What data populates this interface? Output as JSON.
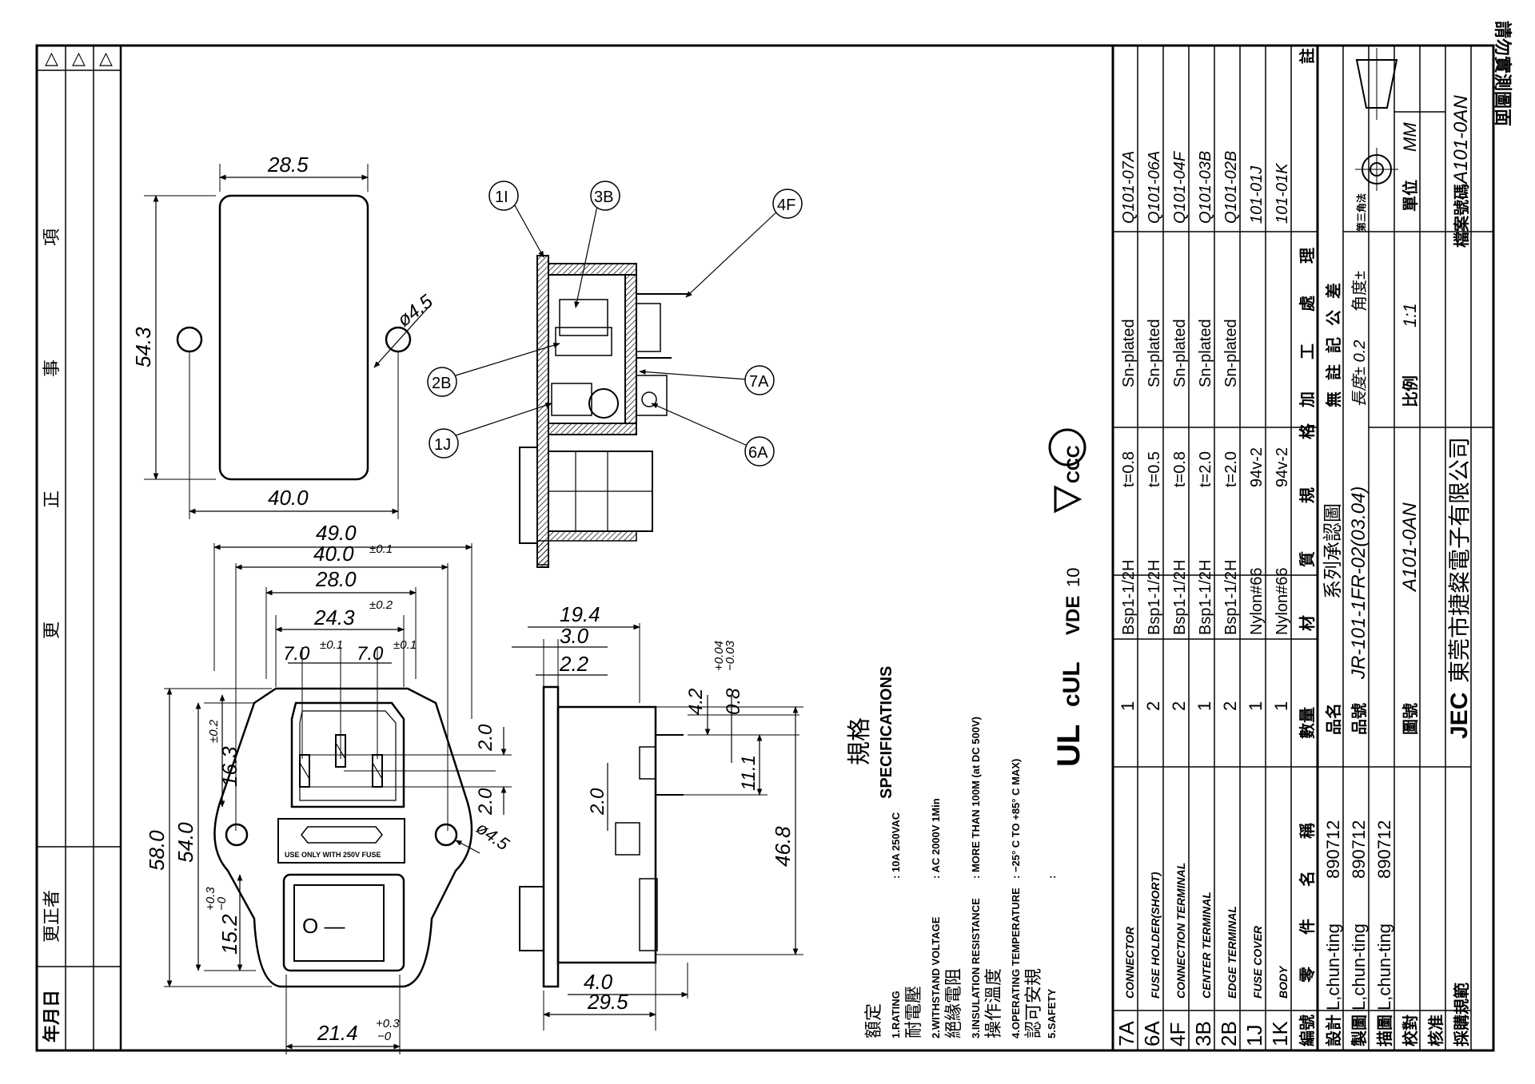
{
  "header_notice": "請勿實測圖面",
  "revision": {
    "symbols": [
      "△",
      "△",
      "△"
    ],
    "columns": {
      "date": "年月日",
      "reviser": "更正者",
      "items": "更　正　事　項"
    }
  },
  "dimensions": {
    "cutout_width": "28.5",
    "cutout_height": "54.3",
    "mount_hole": "ø4.5",
    "panel_width": "40.0",
    "overall_width": "49.0",
    "flange_width": "40.0",
    "flange_width_tol": "±0.1",
    "inner_width": "28.0",
    "socket_width": "24.3",
    "socket_width_tol": "±0.2",
    "pin_pitch_left": "7.0",
    "pin_pitch_left_tol": "±0.1",
    "pin_pitch_right": "7.0",
    "pin_pitch_right_tol": "±0.1",
    "socket_height": "16.3",
    "socket_height_tol": "±0.2",
    "overall_height": "58.0",
    "body_height": "54.0",
    "switch_height": "15.2",
    "switch_height_tol_plus": "+0.3",
    "switch_height_tol_minus": "−0",
    "pin_width_a": "2.0",
    "pin_width_b": "2.0",
    "hole_dia_front": "ø4.5",
    "bottom_width": "21.4",
    "bottom_width_tol_plus": "+0.3",
    "bottom_width_tol_minus": "−0",
    "side_depth": "19.4",
    "side_flange": "3.0",
    "side_flange_inner": "2.2",
    "terminal_pitch": "4.2",
    "terminal_thickness": "0.8",
    "terminal_thickness_tol_plus": "+0.04",
    "terminal_thickness_tol_minus": "−0.03",
    "terminal_length": "11.1",
    "terminal_width": "2.0",
    "side_height": "46.8",
    "side_bottom_a": "4.0",
    "side_bottom_b": "29.5"
  },
  "fuse_label": "USE ONLY WITH 250V FUSE",
  "switch_mark": "O —",
  "balloons": [
    "1I",
    "3B",
    "4F",
    "2B",
    "1J",
    "7A",
    "6A"
  ],
  "specifications": {
    "title_cn": "規格",
    "title_en": "SPECIFICATIONS",
    "rows": [
      {
        "cn": "額定",
        "en": "1.RATING",
        "value": ": 10A 250VAC"
      },
      {
        "cn": "耐電壓",
        "en": "2.WITHSTAND VOLTAGE",
        "value": ": AC 2000V 1Min"
      },
      {
        "cn": "絕緣電阻",
        "en": "3.INSULATION RESISTANCE",
        "value": ": MORE THAN 100M (at DC 500V)"
      },
      {
        "cn": "操作溫度",
        "en": "4.OPERATING TEMPERATURE",
        "value": ": −25° C TO +85° C MAX)"
      },
      {
        "cn": "認可安規",
        "en": "5.SAFETY",
        "value": ":"
      }
    ],
    "cert_marks": [
      "UL",
      "cUL",
      "VDE",
      "10",
      "CCC"
    ]
  },
  "bom": {
    "headers": {
      "item_no": "編號",
      "part_name": "零件名稱",
      "qty": "數量",
      "material": "材質規格",
      "finish": "加工處理",
      "part_no": "註"
    },
    "rows": [
      {
        "no": "7A",
        "name": "CONNECTOR",
        "qty": "1",
        "material": "Bsp1-1/2H",
        "spec": "t=0.8",
        "finish": "Sn-plated",
        "part": "Q101-07A"
      },
      {
        "no": "6A",
        "name": "FUSE HOLDER(SHORT)",
        "qty": "2",
        "material": "Bsp1-1/2H",
        "spec": "t=0.5",
        "finish": "Sn-plated",
        "part": "Q101-06A"
      },
      {
        "no": "4F",
        "name": "CONNECTION TERMINAL",
        "qty": "2",
        "material": "Bsp1-1/2H",
        "spec": "t=0.8",
        "finish": "Sn-plated",
        "part": "Q101-04F"
      },
      {
        "no": "3B",
        "name": "CENTER TERMINAL",
        "qty": "1",
        "material": "Bsp1-1/2H",
        "spec": "t=2.0",
        "finish": "Sn-plated",
        "part": "Q101-03B"
      },
      {
        "no": "2B",
        "name": "EDGE TERMINAL",
        "qty": "2",
        "material": "Bsp1-1/2H",
        "spec": "t=2.0",
        "finish": "Sn-plated",
        "part": "Q101-02B"
      },
      {
        "no": "1J",
        "name": "FUSE COVER",
        "qty": "1",
        "material": "Nylon#66",
        "spec": "94v-2",
        "finish": "",
        "part": "101-01J"
      },
      {
        "no": "1K",
        "name": "BODY",
        "qty": "1",
        "material": "Nylon#66",
        "spec": "94v-2",
        "finish": "",
        "part": "101-01K"
      }
    ]
  },
  "title_block": {
    "design_label": "設計",
    "design_by": "L,chun-ting",
    "design_date": "890712",
    "drawn_label": "製圖",
    "drawn_by": "L,chun-ting",
    "drawn_date": "890712",
    "trace_label": "描圖",
    "trace_by": "L,chun-ting",
    "trace_date": "890712",
    "check_label": "校對",
    "approve_label": "核准",
    "purchase_label": "採購規範",
    "product_name_label": "品名",
    "product_name": "系列承認圖",
    "product_no_label": "品號",
    "product_no": "JR-101-1FR-02(03.04)",
    "drawing_no_label": "圖號",
    "drawing_no": "A101-0AN",
    "company": "東莞市捷粲電子有限公司",
    "company_logo": "JEC",
    "tolerance_title": "無註記公差",
    "tolerance_linear": "長度± 0.2",
    "tolerance_angle": "角度±",
    "projection_label": "第三角法",
    "scale_label": "比例",
    "scale": "1:1",
    "unit_label": "單位",
    "unit": "MM",
    "file_no_label": "檔案號碼",
    "file_no": "A101-0AN"
  }
}
